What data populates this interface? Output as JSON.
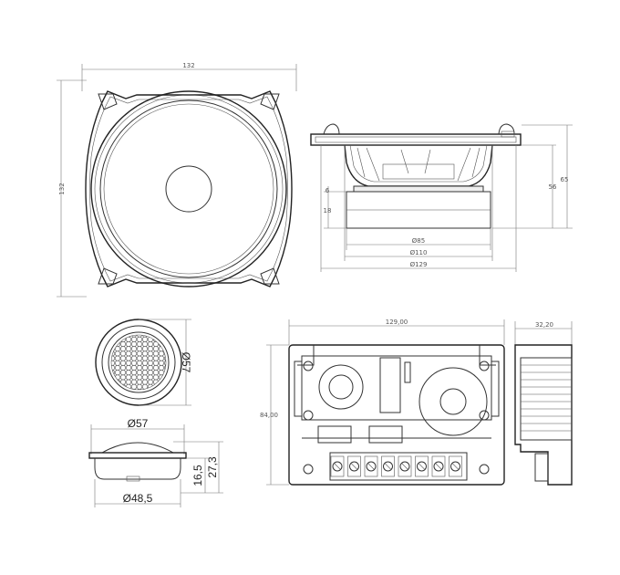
{
  "woofer_front": {
    "width_label": "132",
    "height_label": "132"
  },
  "woofer_side": {
    "total_height_label": "65",
    "mount_depth_label": "56",
    "magnet_height_label": "18",
    "small_dim_label": "6",
    "magnet_dia_label": "Ø85",
    "cut_dia_label": "Ø110",
    "outer_dia_label": "Ø129"
  },
  "tweeter_front": {
    "dia_label": "Ø57"
  },
  "tweeter_side": {
    "top_dia_label": "Ø57",
    "bottom_dia_label": "Ø48,5",
    "depth_label": "16,5",
    "total_height_label": "27,3"
  },
  "crossover": {
    "width_label": "129,00",
    "height_label": "84,00",
    "depth_label": "32,20",
    "terminal_count": 8
  }
}
